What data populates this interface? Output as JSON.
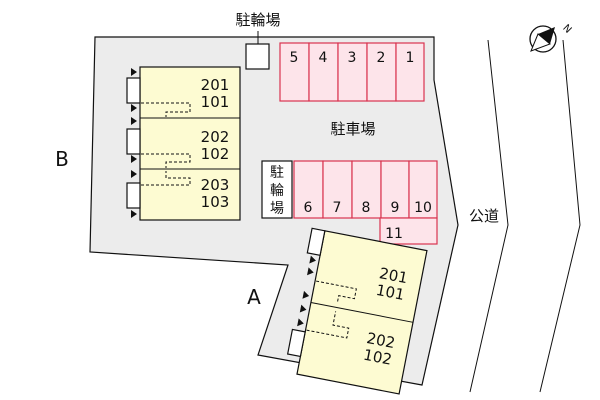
{
  "labels": {
    "bicycle_parking_top": "駐輪場",
    "parking_lot": "駐車場",
    "bicycle_parking_mid": [
      "駐",
      "輪",
      "場"
    ],
    "public_road": "公道",
    "building_a": "A",
    "building_b": "B",
    "north_mark": "N"
  },
  "parking": {
    "top_row": [
      "5",
      "4",
      "3",
      "2",
      "1"
    ],
    "middle_row": [
      "6",
      "7",
      "8",
      "9",
      "10"
    ],
    "extra": "11"
  },
  "building_b_units": [
    {
      "upper": "201",
      "lower": "101"
    },
    {
      "upper": "202",
      "lower": "102"
    },
    {
      "upper": "203",
      "lower": "103"
    }
  ],
  "building_a_units": [
    {
      "upper": "201",
      "lower": "101"
    },
    {
      "upper": "202",
      "lower": "102"
    }
  ],
  "colors": {
    "lot_fill": "#ececec",
    "building_fill": "#fdfbd2",
    "parking_fill": "#fde4ea",
    "parking_stroke": "#d9334f",
    "line": "#111111"
  }
}
